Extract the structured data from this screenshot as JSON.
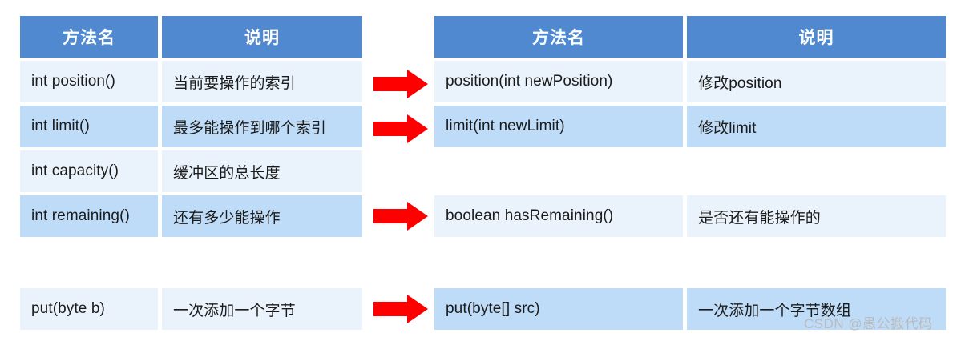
{
  "colors": {
    "header_blue": "#5089d0",
    "row_light": "#eaf3fc",
    "row_dark": "#bedcf7",
    "arrow_red": "#fe0000",
    "text": "#1b1b1b",
    "watermark": "#b9b9b9",
    "background": "#ffffff"
  },
  "left_table": {
    "headers": {
      "method": "方法名",
      "description": "说明"
    },
    "rows": [
      {
        "method": "int position()",
        "description": "当前要操作的索引"
      },
      {
        "method": "int limit()",
        "description": "最多能操作到哪个索引"
      },
      {
        "method": "int capacity()",
        "description": "缓冲区的总长度"
      },
      {
        "method": "int remaining()",
        "description": "还有多少能操作"
      },
      {
        "method": "put(byte b)",
        "description": "一次添加一个字节"
      }
    ]
  },
  "right_table": {
    "headers": {
      "method": "方法名",
      "description": "说明"
    },
    "rows": [
      {
        "method": "position(int newPosition)",
        "description": "修改position"
      },
      {
        "method": "limit(int newLimit)",
        "description": "修改limit"
      },
      {
        "method": "boolean hasRemaining()",
        "description": "是否还有能操作的"
      },
      {
        "method": "put(byte[] src)",
        "description": "一次添加一个字节数组"
      }
    ]
  },
  "arrows": [
    {
      "name": "arrow-position",
      "label": "right-arrow"
    },
    {
      "name": "arrow-limit",
      "label": "right-arrow"
    },
    {
      "name": "arrow-remaining",
      "label": "right-arrow"
    },
    {
      "name": "arrow-put",
      "label": "right-arrow"
    }
  ],
  "watermark": {
    "text": "CSDN @愚公搬代码"
  }
}
